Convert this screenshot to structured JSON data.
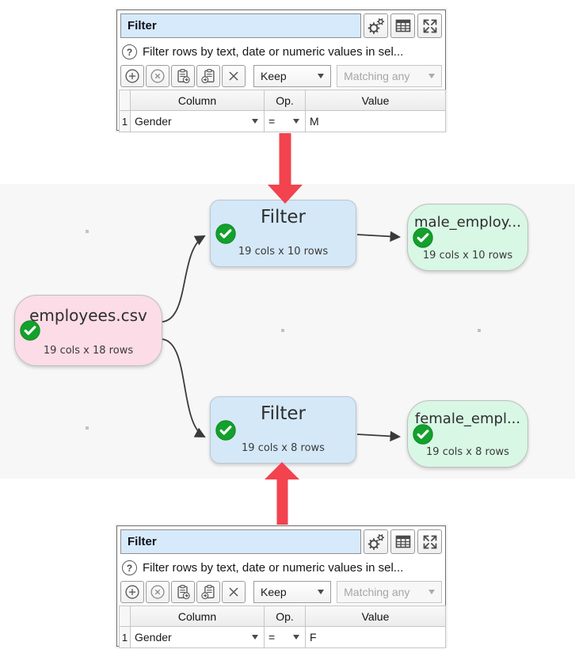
{
  "panels": {
    "top": {
      "title": "Filter",
      "help": "Filter rows by text, date or numeric values in sel...",
      "keep": "Keep",
      "matching": "Matching any",
      "headers": {
        "column": "Column",
        "op": "Op.",
        "value": "Value"
      },
      "row": {
        "num": "1",
        "column": "Gender",
        "op": "=",
        "value": "M"
      }
    },
    "bottom": {
      "title": "Filter",
      "help": "Filter rows by text, date or numeric values in sel...",
      "keep": "Keep",
      "matching": "Matching any",
      "headers": {
        "column": "Column",
        "op": "Op.",
        "value": "Value"
      },
      "row": {
        "num": "1",
        "column": "Gender",
        "op": "=",
        "value": "F"
      }
    }
  },
  "canvas": {
    "nodes": {
      "employees": {
        "title": "employees.csv",
        "subtitle": "19 cols x 18 rows"
      },
      "filter_top": {
        "title": "Filter",
        "subtitle": "19 cols x 10 rows"
      },
      "male": {
        "title": "male_employ...",
        "subtitle": "19 cols x 10 rows"
      },
      "filter_bottom": {
        "title": "Filter",
        "subtitle": "19 cols x 8 rows"
      },
      "female": {
        "title": "female_empl...",
        "subtitle": "19 cols x 8 rows"
      }
    }
  },
  "icons": {
    "help_glyph": "?"
  },
  "colors": {
    "arrow_red": "#f2434e",
    "node_input_pink": "#fbdce7",
    "node_transform_blue": "#d5e8f8",
    "node_output_green": "#d8f7e5",
    "check_green": "#14a02c",
    "title_field_blue": "#d7eafc",
    "canvas_bg": "#f7f7f8",
    "connector": "#3a3a3a"
  }
}
